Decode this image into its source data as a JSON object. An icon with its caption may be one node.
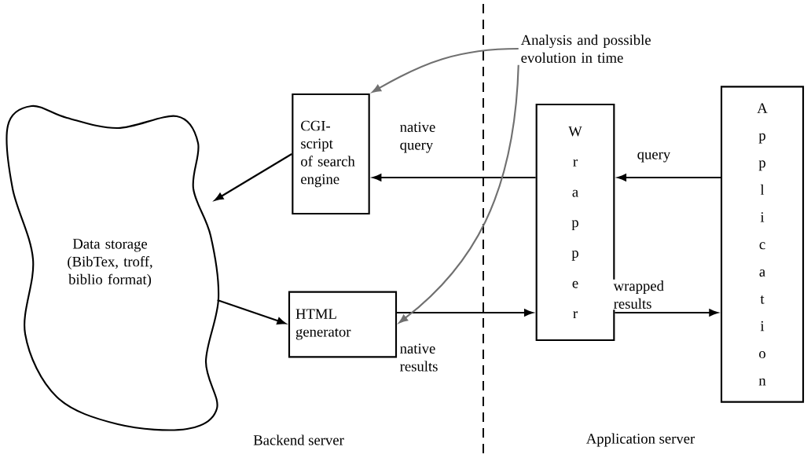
{
  "diagram": {
    "nodes": [
      {
        "text": [
          "Data storage (BibTex, troff, biblio format)"
        ]
      },
      {
        "text": [
          "CGI- script of search engine"
        ]
      },
      {
        "text": [
          "HTML generator"
        ]
      },
      {
        "text": [
          "Wrapper"
        ]
      },
      {
        "text": [
          "Application"
        ]
      },
      {
        "text": [
          "Analysis and possible evolution in time"
        ]
      }
    ],
    "edges": [
      {
        "from": 1,
        "to": 0,
        "arrow": "to"
      },
      {
        "from": 0,
        "to": 2,
        "arrow": "to"
      },
      {
        "from": 3,
        "to": 1,
        "arrow": "to",
        "label": "native query"
      },
      {
        "from": 2,
        "to": 3,
        "arrow": "to",
        "label": "native results"
      },
      {
        "from": 4,
        "to": 3,
        "arrow": "to",
        "label": "query"
      },
      {
        "from": 3,
        "to": 4,
        "arrow": "to",
        "label": "wrapped results"
      },
      {
        "from": 5,
        "to": 1,
        "arrow": "to",
        "color": "#707070"
      },
      {
        "from": 5,
        "to": 2,
        "arrow": "to",
        "color": "#707070"
      }
    ],
    "labels": [
      "Backend server",
      "Application server"
    ]
  }
}
